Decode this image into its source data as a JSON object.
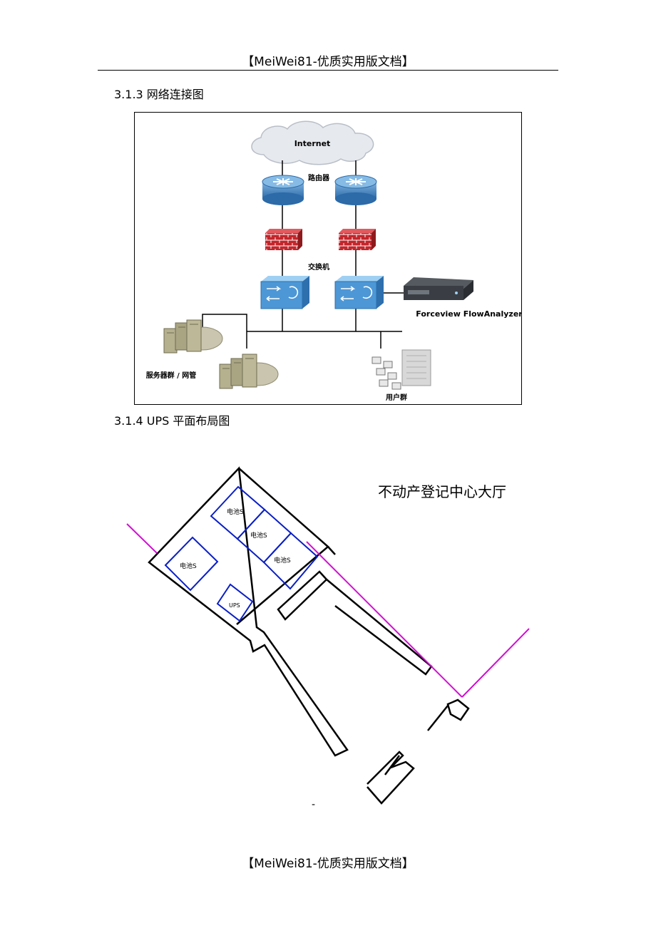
{
  "header": {
    "text": "【MeiWei81-优质实用版文档】"
  },
  "footer": {
    "text": "【MeiWei81-优质实用版文档】"
  },
  "section_313": {
    "title": "3.1.3 网络连接图"
  },
  "section_314": {
    "title": "3.1.4 UPS 平面布局图"
  },
  "network_diagram": {
    "internet_label": "Internet",
    "router_label": "路由器",
    "switch_label": "交换机",
    "appliance_label": "Forceview FlowAnalyzer",
    "server_label": "服务器群 / 网管",
    "user_label": "用户群"
  },
  "floor_plan": {
    "hall_label": "不动产登记中心大厅",
    "battery_label": "电池S",
    "ups_label": "UPS",
    "dash_mark": "-"
  }
}
